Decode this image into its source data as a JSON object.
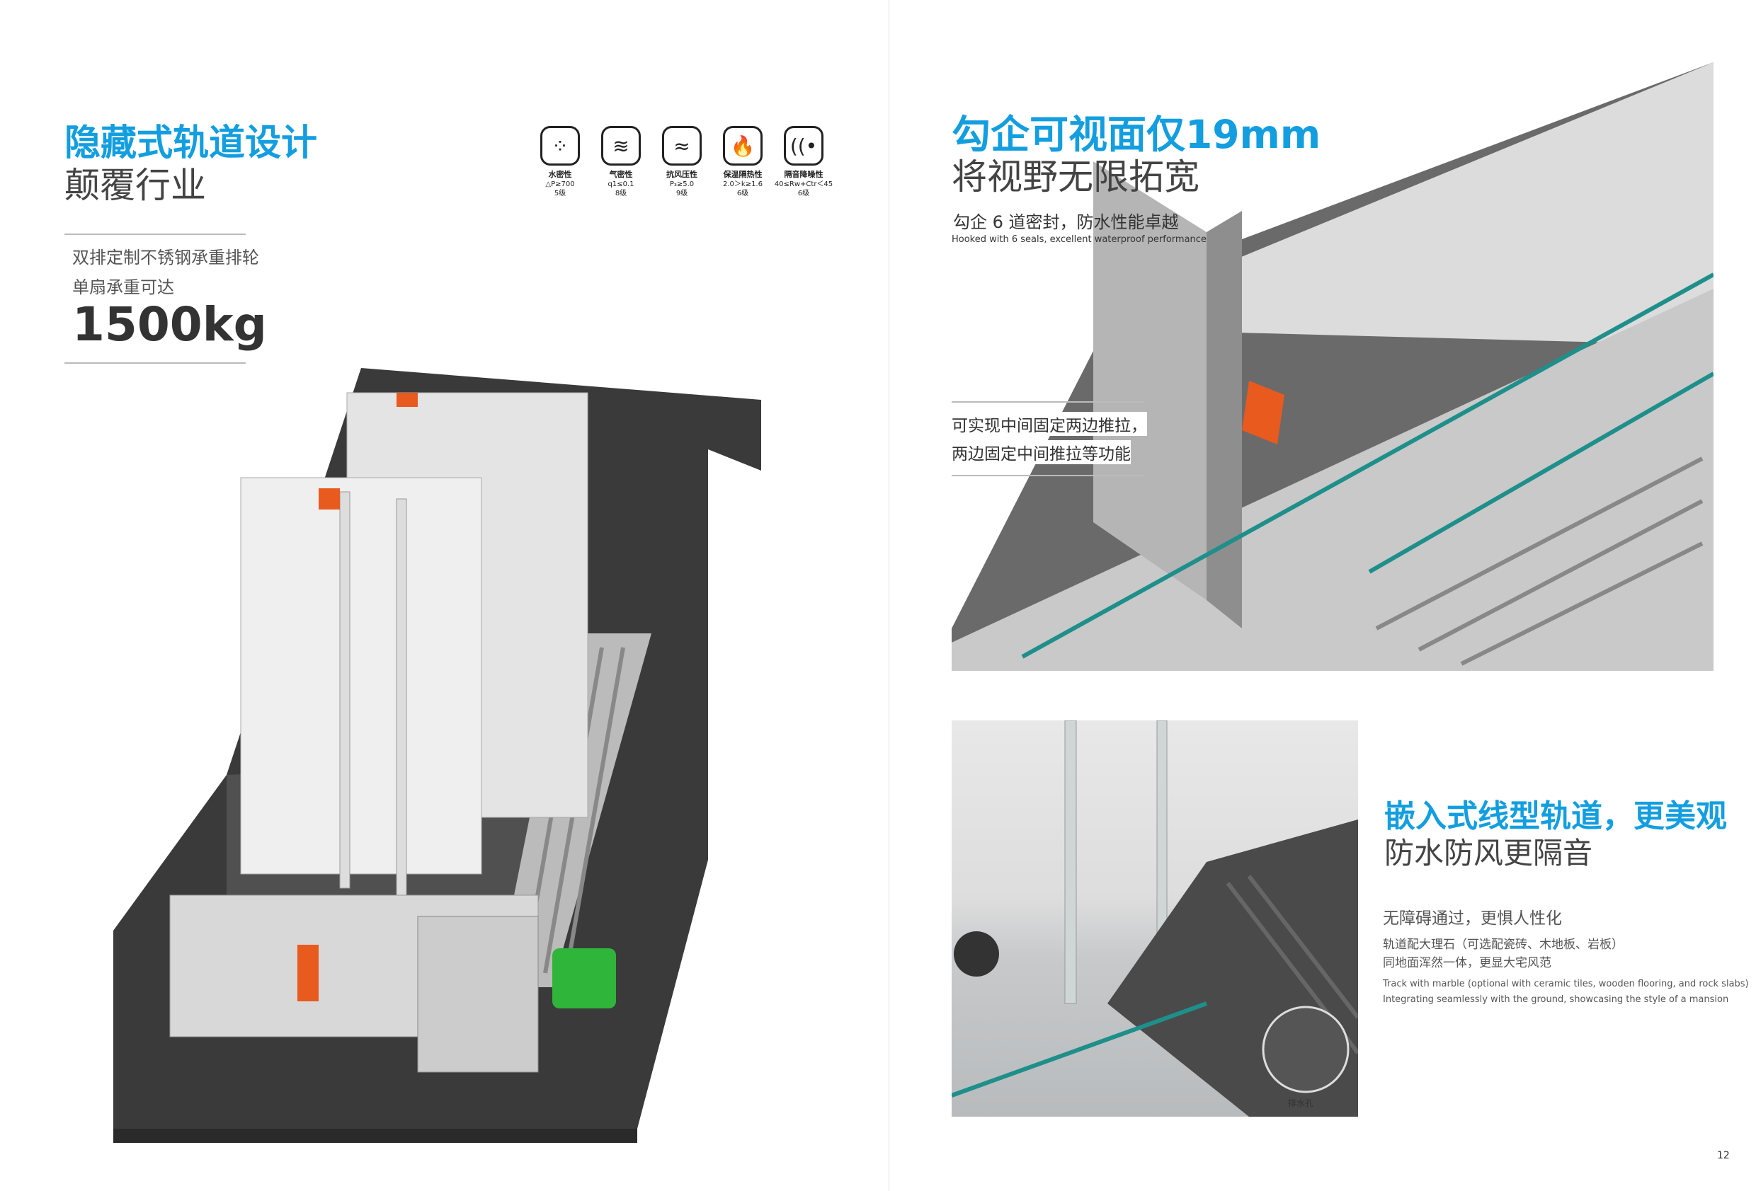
{
  "left": {
    "title": "隐藏式轨道设计",
    "subtitle": "颠覆行业",
    "line1": "双排定制不锈钢承重排轮",
    "line2": "单扇承重可达",
    "weight": "1500kg",
    "icons": [
      {
        "icon": "water-tightness-icon",
        "glyph": "⁘",
        "name": "水密性",
        "spec": "△P≥700",
        "grade": "5级"
      },
      {
        "icon": "air-tightness-icon",
        "glyph": "≋",
        "name": "气密性",
        "spec": "q1≤0.1",
        "grade": "8级"
      },
      {
        "icon": "wind-pressure-icon",
        "glyph": "≈",
        "name": "抗风压性",
        "spec": "P₃≥5.0",
        "grade": "9级"
      },
      {
        "icon": "flame-icon",
        "glyph": "🔥",
        "name": "保温隔热性",
        "spec": "2.0＞k≥1.6",
        "grade": "6级"
      },
      {
        "icon": "sound-insulation-icon",
        "glyph": "((•",
        "name": "隔音降噪性",
        "spec": "40≤Rw+Ctr＜45",
        "grade": "6级"
      }
    ]
  },
  "right": {
    "title": "勾企可视面仅19mm",
    "subtitle": "将视野无限拓宽",
    "seal_cn": "勾企 6 道密封，防水性能卓越",
    "seal_en": "Hooked with 6 seals, excellent waterproof performance",
    "func1": "可实现中间固定两边推拉，",
    "func2": "两边固定中间推拉等功能",
    "embed_title": "嵌入式线型轨道，更美观",
    "embed_sub": "防水防风更隔音",
    "access": "无障碍通过，更惧人性化",
    "marble1": "轨道配大理石（可选配瓷砖、木地板、岩板）",
    "marble2": "同地面浑然一体，更显大宅风范",
    "en1": "Track with marble (optional with ceramic tiles, wooden flooring, and rock slabs)",
    "en2": "Integrating seamlessly with the ground, showcasing the style of a mansion",
    "drain_label": "排水孔",
    "page_number": "12"
  }
}
